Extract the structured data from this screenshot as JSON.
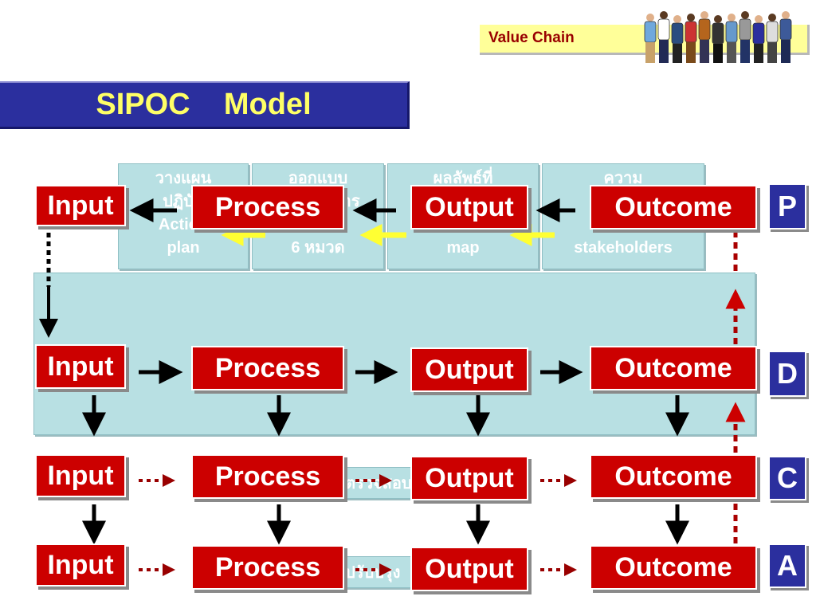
{
  "header": {
    "value_chain_label": "Value Chain",
    "title": "SIPOC    Model"
  },
  "plan_panels": [
    {
      "text": "วางแผน\nปฏิบัติ\nAction\nplan"
    },
    {
      "text": "ออกแบบ\nกระบวนการ\nTQA\n6 หมวด"
    },
    {
      "text": "ผลลัพธ์ที่\nต้องการ\nStrategy\nmap"
    },
    {
      "text": "ความ\nต้องการ\nของ\nstakeholders"
    }
  ],
  "check_note": "ตรวจสอบ",
  "act_note": "ปรับปรุง",
  "rows": [
    {
      "phase": "P",
      "input": "Input",
      "process": "Process",
      "output": "Output",
      "outcome": "Outcome"
    },
    {
      "phase": "D",
      "input": "Input",
      "process": "Process",
      "output": "Output",
      "outcome": "Outcome"
    },
    {
      "phase": "C",
      "input": "Input",
      "process": "Process",
      "output": "Output",
      "outcome": "Outcome"
    },
    {
      "phase": "A",
      "input": "Input",
      "process": "Process",
      "output": "Output",
      "outcome": "Outcome"
    }
  ],
  "colors": {
    "red_box": "#cc0000",
    "phase_box": "#2b2f9e",
    "panel": "#b8e0e3",
    "title_text": "#ffff66",
    "arrow_yellow": "#ffff33",
    "dotted_red": "#aa0000"
  },
  "icons": {
    "people": "group-of-people-icon"
  }
}
